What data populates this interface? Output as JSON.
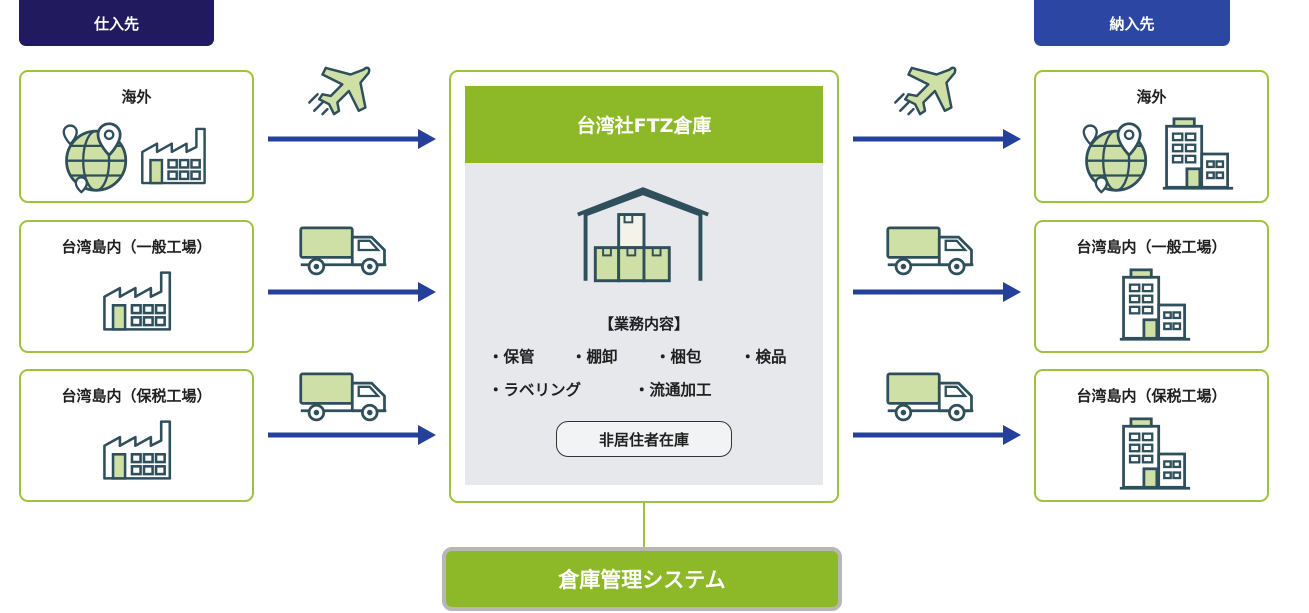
{
  "headers": {
    "left": "仕入先",
    "right": "納入先"
  },
  "left_boxes": [
    {
      "label": "海外",
      "icon": "globe-factory"
    },
    {
      "label": "台湾島内（一般工場）",
      "icon": "factory"
    },
    {
      "label": "台湾島内（保税工場）",
      "icon": "factory"
    }
  ],
  "right_boxes": [
    {
      "label": "海外",
      "icon": "globe-building"
    },
    {
      "label": "台湾島内（一般工場）",
      "icon": "building"
    },
    {
      "label": "台湾島内（保税工場）",
      "icon": "building"
    }
  ],
  "transport": [
    "airplane-icon",
    "truck-icon",
    "truck-icon"
  ],
  "center": {
    "title": "台湾社FTZ倉庫",
    "services_heading": "【業務内容】",
    "services": [
      "・保管",
      "・棚卸",
      "・梱包",
      "・検品",
      "・ラベリング",
      "・流通加工"
    ],
    "badge": "非居住者在庫"
  },
  "system": "倉庫管理システム",
  "colors": {
    "navy_header": "#221a5e",
    "blue_header": "#2b46a3",
    "arrow": "#25409a",
    "green": "#8db827",
    "box_border": "#9cc33b",
    "panel": "#e6e8eb"
  }
}
